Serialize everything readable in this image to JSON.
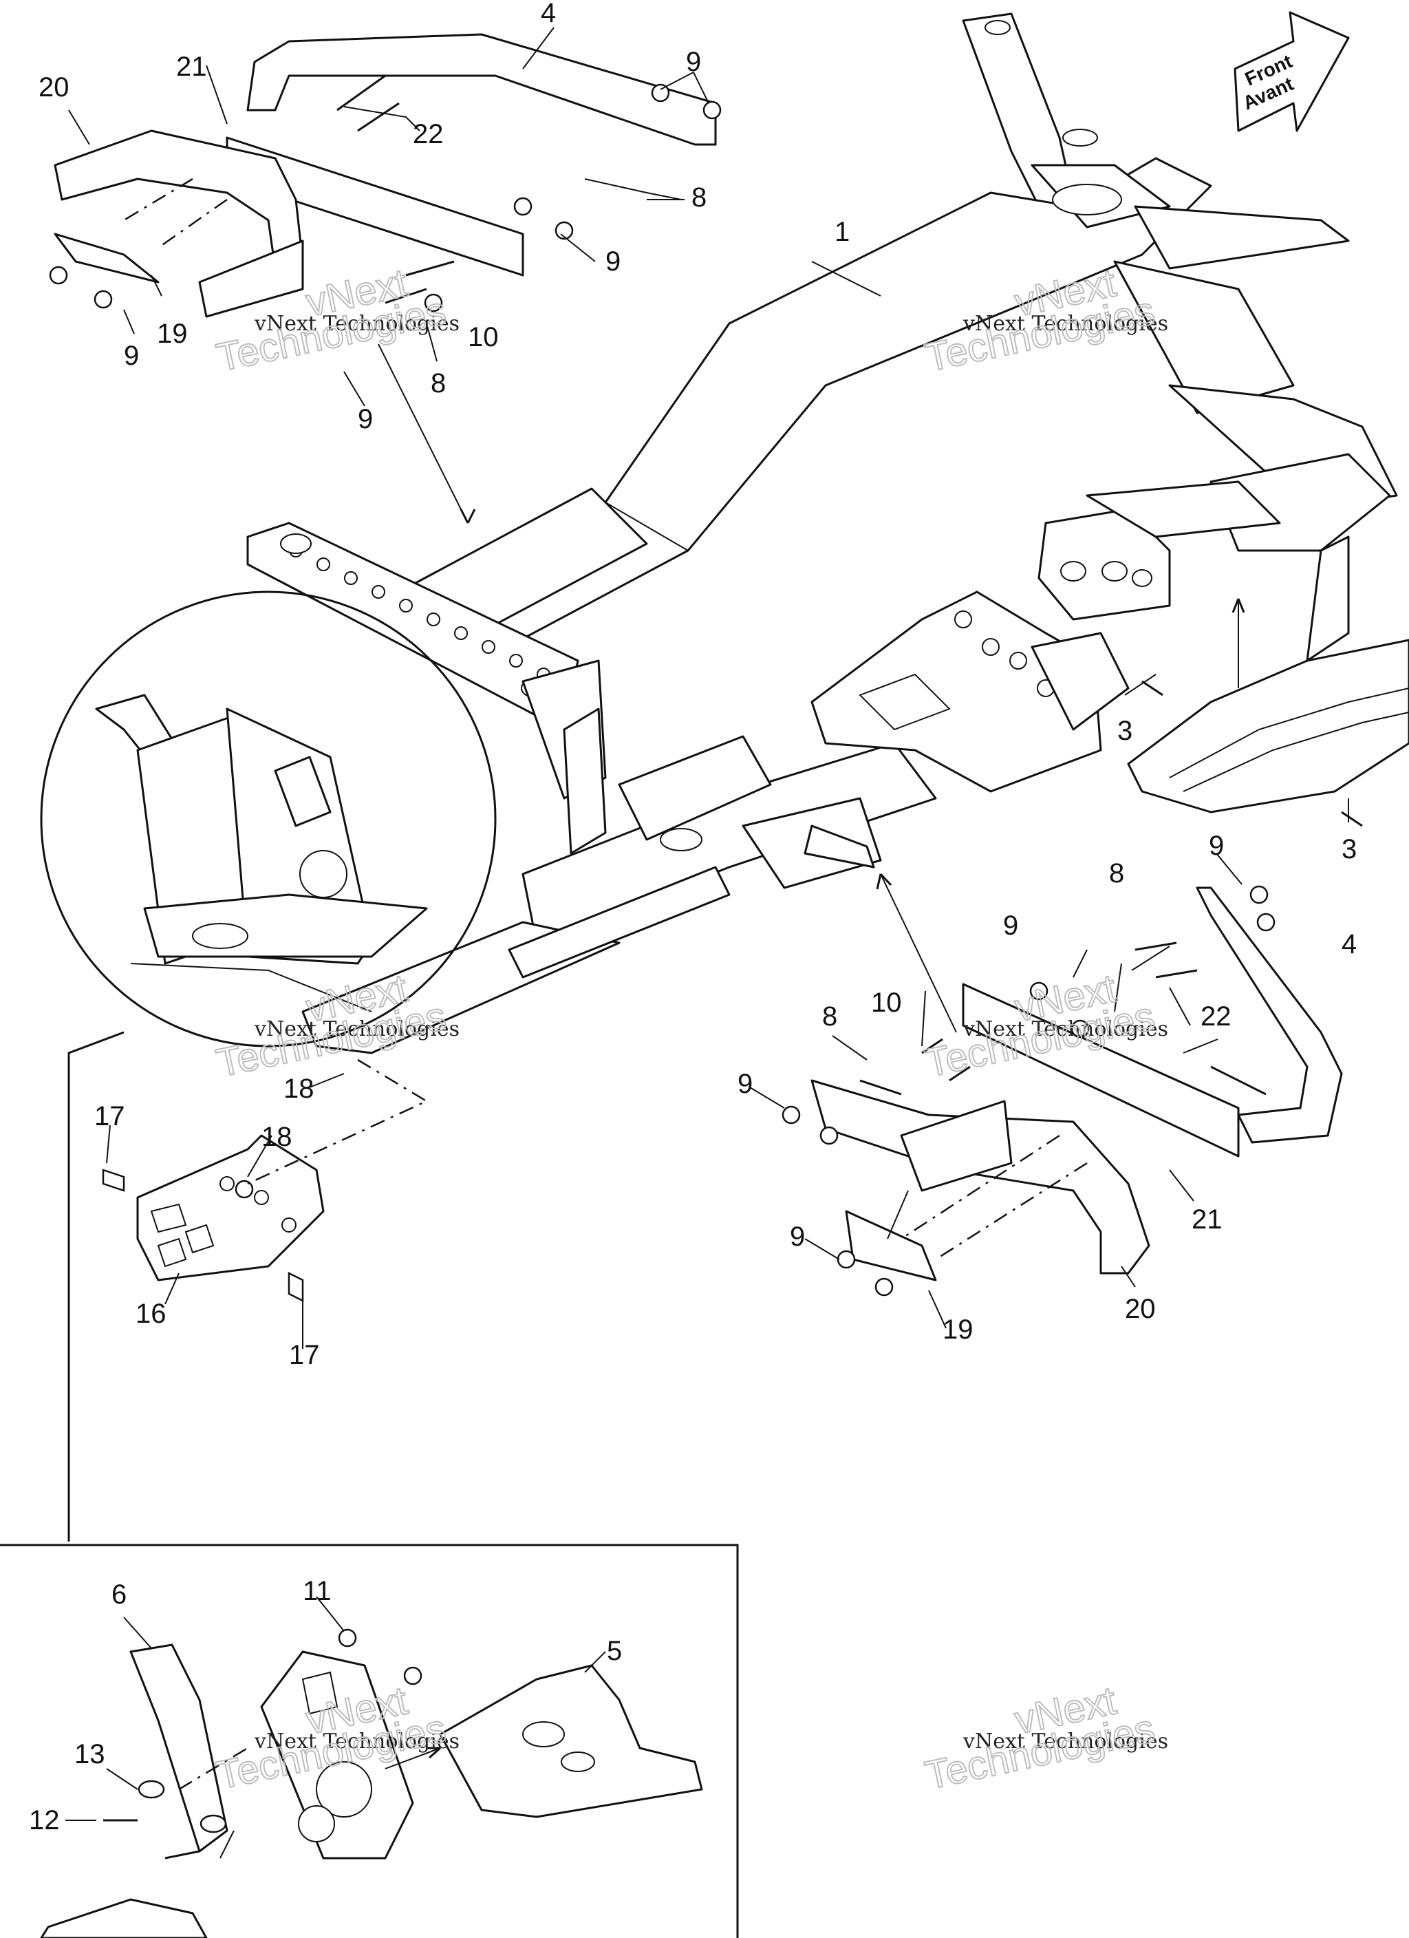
{
  "direction_badge": {
    "line1": "Front",
    "line2": "Avant"
  },
  "watermark": {
    "line1": "vNext Technologies",
    "line2": "vNext",
    "line3": "Technologies"
  },
  "callouts": {
    "c1": "1",
    "c3a": "3",
    "c3b": "3",
    "c4a": "4",
    "c4b": "4",
    "c5": "5",
    "c6": "6",
    "c8a": "8",
    "c8b": "8",
    "c8c": "8",
    "c8d": "8",
    "c9a": "9",
    "c9b": "9",
    "c9c": "9",
    "c9d": "9",
    "c9e": "9",
    "c9f": "9",
    "c9g": "9",
    "c9h": "9",
    "c10a": "10",
    "c10b": "10",
    "c11": "11",
    "c12": "12",
    "c13": "13",
    "c16": "16",
    "c17a": "17",
    "c17b": "17",
    "c18a": "18",
    "c18b": "18",
    "c19a": "19",
    "c19b": "19",
    "c20a": "20",
    "c20b": "20",
    "c21a": "21",
    "c21b": "21",
    "c22a": "22",
    "c22b": "22"
  }
}
